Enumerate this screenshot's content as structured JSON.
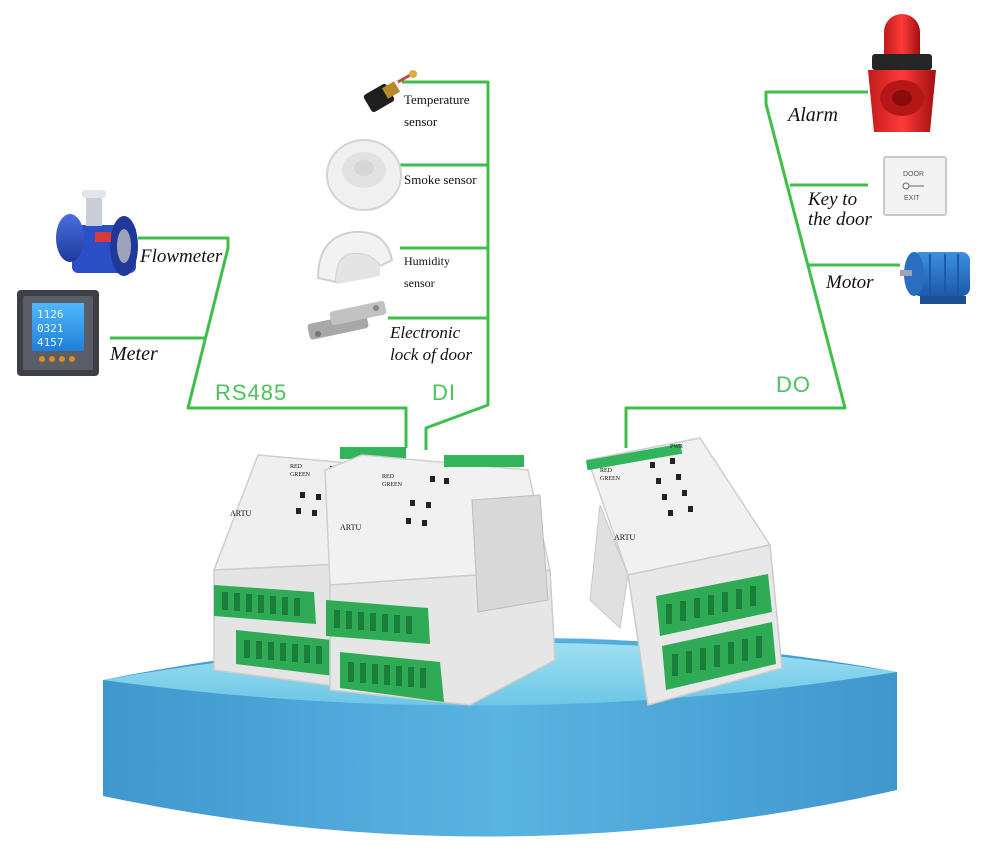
{
  "colors": {
    "wire": "#3dbf4a",
    "bus_label": "#4cc35a",
    "platform_top": "#7fd0ea",
    "platform_side": "#4aa7d6",
    "module_body": "#eeeeee",
    "terminal": "#32b45a"
  },
  "buses": {
    "rs485": "RS485",
    "di": "DI",
    "do": "DO"
  },
  "rs485_devices": {
    "flowmeter": "Flowmeter",
    "meter": "Meter",
    "meter_display": [
      "1126",
      "0321",
      "4157"
    ]
  },
  "di_devices": {
    "temperature_l1": "Temperature",
    "temperature_l2": "sensor",
    "smoke": "Smoke sensor",
    "humidity_l1": "Humidity",
    "humidity_l2": "sensor",
    "lock_l1": "Electronic",
    "lock_l2": "lock of door"
  },
  "do_devices": {
    "alarm": "Alarm",
    "key_l1": "Key to",
    "key_l2": "the door",
    "motor": "Motor",
    "door_button_l1": "DOOR",
    "door_button_l2": "EXIT"
  },
  "modules": {
    "brand": "ARTU",
    "led_top": "PWR",
    "led_run": "RED",
    "led_com": "GREEN"
  }
}
